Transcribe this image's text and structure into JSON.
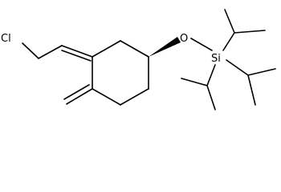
{
  "molecule": {
    "atoms": {
      "chlorine": "Cl",
      "oxygen": "O",
      "silicon": "Si"
    }
  }
}
